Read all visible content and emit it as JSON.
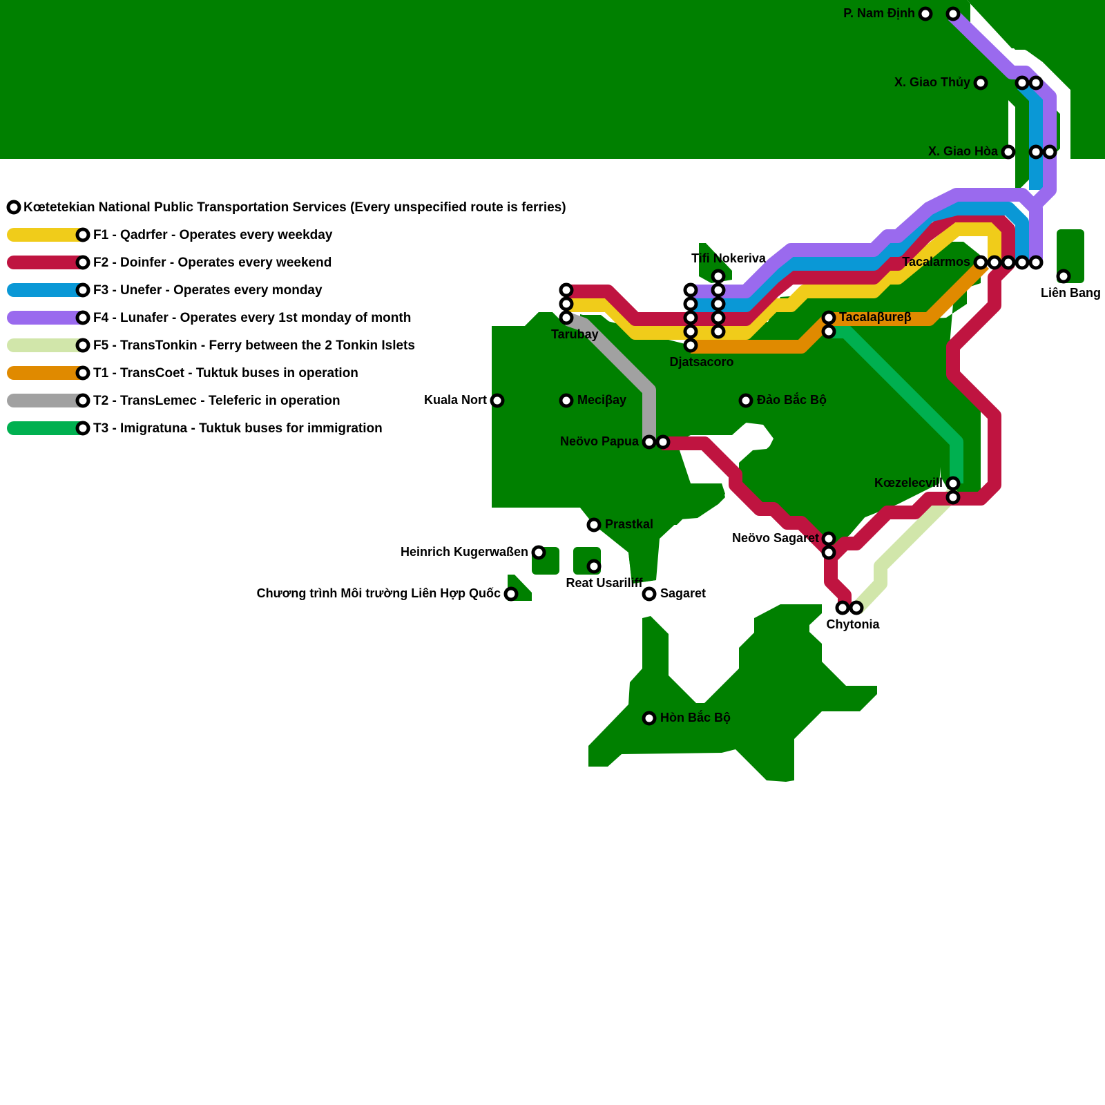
{
  "colors": {
    "land": "#008000",
    "water": "#ffffff",
    "F1": "#f0cc1a",
    "F2": "#bf1440",
    "F3": "#0a98d6",
    "F4": "#9a6aee",
    "F5": "#d1e6aa",
    "T1": "#e08a00",
    "T2": "#a1a1a1",
    "T3": "#00b050"
  },
  "legend": {
    "title": "Kœtetekian National Public Transportation Services (Every unspecified route is ferries)",
    "items": [
      {
        "id": "F1",
        "label": "F1 - Qadrfer - Operates every weekday",
        "color": "#f0cc1a"
      },
      {
        "id": "F2",
        "label": "F2 - Doinfer - Operates every weekend",
        "color": "#bf1440"
      },
      {
        "id": "F3",
        "label": "F3 - Unefer - Operates every monday",
        "color": "#0a98d6"
      },
      {
        "id": "F4",
        "label": "F4 - Lunafer - Operates every 1st monday of month",
        "color": "#9a6aee"
      },
      {
        "id": "F5",
        "label": "F5 - TransTonkin - Ferry between the 2 Tonkin Islets",
        "color": "#d1e6aa"
      },
      {
        "id": "T1",
        "label": "T1 - TransCoet - Tuktuk buses in operation",
        "color": "#e08a00"
      },
      {
        "id": "T2",
        "label": "T2 - TransLemec - Teleferic in operation",
        "color": "#a1a1a1"
      },
      {
        "id": "T3",
        "label": "T3 - Imigratuna - Tuktuk buses for immigration",
        "color": "#00b050"
      }
    ]
  },
  "stations": {
    "p_nam_dinh": "P. Nam Định",
    "x_giao_thuy": "X. Giao Thủy",
    "x_giao_hoa": "X. Giao Hòa",
    "tacalarmos": "Tacalarmos",
    "lien_bang": "Liên Bang",
    "tifi_nokeriva": "Tifi Nokeriva",
    "tarubay": "Tarubay",
    "djatsacoro": "Djatsacoro",
    "tacalabureb": "Tacalaβureβ",
    "kuala_nort": "Kuala Nort",
    "mecibay": "Meciβay",
    "dao_bac_bo": "Đảo Bắc Bộ",
    "neovo_papua": "Neövo Papua",
    "koezelecvill": "Kœzelecvill",
    "prastkal": "Prastkal",
    "neovo_sagaret": "Neövo Sagaret",
    "heinrich": "Heinrich Kugerwaßen",
    "reat_usariliff": "Reat Usariliff",
    "chuong_trinh": "Chương trình Môi trường Liên Hợp Quốc",
    "sagaret": "Sagaret",
    "chytonia": "Chytonia",
    "hon_bac_bo": "Hòn Bắc Bộ"
  }
}
